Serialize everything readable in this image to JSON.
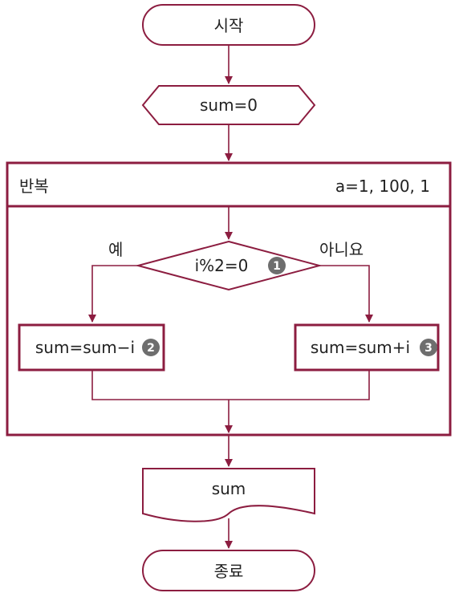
{
  "start_label": "시작",
  "init_label": "sum=0",
  "loop": {
    "label": "반복",
    "range": "a=1, 100, 1"
  },
  "decision": {
    "condition": "i%2=0",
    "badge": "1",
    "yes_label": "예",
    "no_label": "아니요"
  },
  "process_yes": {
    "label": "sum=sum−i",
    "badge": "2"
  },
  "process_no": {
    "label": "sum=sum+i",
    "badge": "3"
  },
  "output_label": "sum",
  "end_label": "종료",
  "colors": {
    "stroke": "#8c1d40",
    "badge": "#6e6e6e"
  }
}
